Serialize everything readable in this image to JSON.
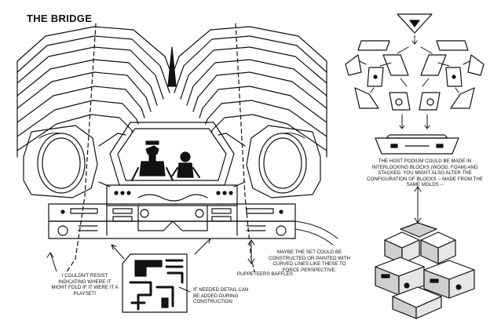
{
  "title": "THE BRIDGE",
  "notes": {
    "playset": "I COULDN'T RESIST INDICATING WHERE IT MIGHT FOLD IF IT WERE IT A PLAYSET!",
    "baffles": "PUPPETEERS BAFFLES",
    "perspective": "MAYBE THE SET COULD BE CONSTRUCTED OR PAINTED WITH CURVED LINES LIKE THESE TO FORCE PERSPECTIVE.",
    "detail": "IF NEEDED DETAIL CAN BE ADDED DURING CONSTRUCTION",
    "podium": "THE HOST PODIUM COULD BE MADE IN INTERLOCKING BLOCKS (WOOD, FOAM) AND STACKED. YOU MIGHT ALSO ALTER THE CONFIGURATION OF BLOCKS -- MADE FROM THE SAME MOLDS --"
  },
  "colors": {
    "ink": "#111111",
    "paper": "#ffffff",
    "shade": "#cfcfcf"
  }
}
